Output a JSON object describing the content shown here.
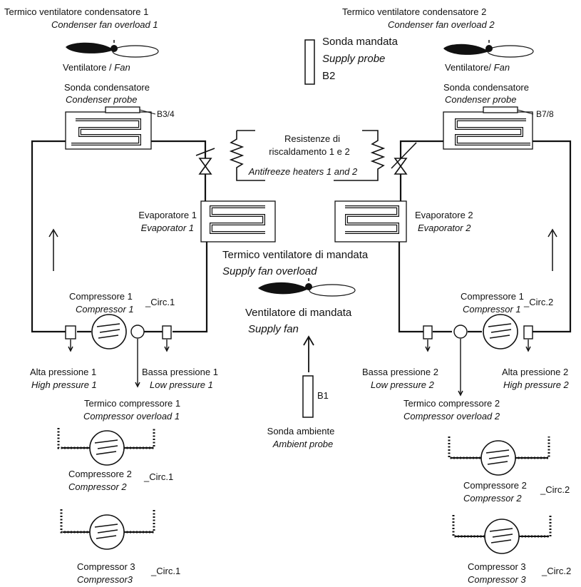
{
  "circuit1": {
    "fan_title": "Termico ventilatore condensatore 1",
    "fan_title_en": "Condenser fan overload 1",
    "fan_label": "Ventilatore /",
    "fan_label_en": "Fan",
    "probe_title": "Sonda condensatore",
    "probe_title_en": "Condenser probe",
    "probe_tag": "B3/4",
    "evaporator": "Evaporatore 1",
    "evaporator_en": "Evaporator 1",
    "compressor": "Compressore 1",
    "compressor_en": "Compressor 1",
    "circ": "_Circ.1",
    "high_pressure": "Alta pressione 1",
    "high_pressure_en": "High pressure 1",
    "low_pressure": "Bassa pressione 1",
    "low_pressure_en": "Low pressure 1",
    "overload": "Termico compressore 1",
    "overload_en": "Compressor overload 1",
    "compressor2": "Compressore 2",
    "compressor2_en": "Compressor 2",
    "circ2": "_Circ.1",
    "compressor3": "Compressor 3",
    "compressor3_en": "Compressor3",
    "circ3": "_Circ.1"
  },
  "circuit2": {
    "fan_title": "Termico ventilatore condensatore 2",
    "fan_title_en": "Condenser fan overload  2",
    "fan_label": "Ventilatore/",
    "fan_label_en": "Fan",
    "probe_title": "Sonda condensatore",
    "probe_title_en": "Condenser probe",
    "probe_tag": "B7/8",
    "evaporator": "Evaporatore 2",
    "evaporator_en": "Evaporator 2",
    "compressor": "Compressore 1",
    "compressor_en": "Compressor  1",
    "circ": "_Circ.2",
    "high_pressure": "Alta pressione 2",
    "high_pressure_en": "High pressure 2",
    "low_pressure": "Bassa pressione 2",
    "low_pressure_en": "Low pressure 2",
    "overload": "Termico compressore 2",
    "overload_en": "Compressor overload 2",
    "compressor2": "Compressore 2",
    "compressor2_en": "Compressor 2",
    "circ2": "_Circ.2",
    "compressor3": "Compressor 3",
    "compressor3_en": "Compressor 3",
    "circ3": "_Circ.2"
  },
  "center": {
    "supply_probe": "Sonda mandata",
    "supply_probe_en": "Supply probe",
    "supply_probe_tag": "B2",
    "heaters": "Resistenze di",
    "heaters_2": "riscaldamento 1 e 2",
    "heaters_en": "Antifreeze heaters 1 and 2",
    "supply_fan_overload": "Termico ventilatore di mandata",
    "supply_fan_overload_en": "Supply fan overload",
    "supply_fan": "Ventilatore di mandata",
    "supply_fan_en": "Supply fan",
    "ambient_probe_tag": "B1",
    "ambient_probe": "Sonda ambiente",
    "ambient_probe_en": "Ambient probe"
  }
}
